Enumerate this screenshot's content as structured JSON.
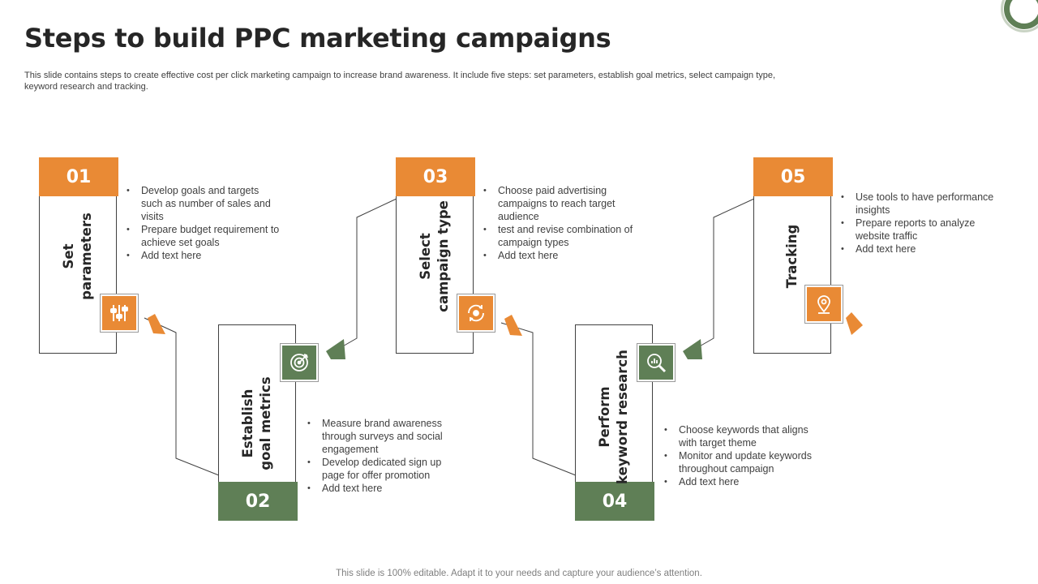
{
  "title": "Steps to build PPC marketing campaigns",
  "subtitle": "This slide contains steps to create effective cost per click marketing campaign to increase brand awareness. It include five steps: set parameters, establish goal metrics, select campaign type, keyword research and tracking.",
  "footer": "This slide is 100% editable. Adapt it to your needs and capture your audience’s attention.",
  "colors": {
    "orange": "#e98a35",
    "green": "#5f7f56",
    "text": "#404040"
  },
  "steps": [
    {
      "number": "01",
      "label_lines": [
        "Set",
        "parameters"
      ],
      "icon": "sliders-icon",
      "bullets": [
        "Develop goals and targets such as number of sales and visits",
        "Prepare budget requirement to achieve set goals",
        "Add text here"
      ]
    },
    {
      "number": "02",
      "label_lines": [
        "Establish",
        "goal metrics"
      ],
      "icon": "target-goal-icon",
      "bullets": [
        "Measure brand awareness through surveys and social engagement",
        "Develop dedicated sign up page for offer promotion",
        "Add text here"
      ]
    },
    {
      "number": "03",
      "label_lines": [
        "Select",
        "campaign type"
      ],
      "icon": "campaign-cycle-icon",
      "bullets": [
        "Choose paid advertising campaigns to reach target audience",
        " test and revise combination of campaign types",
        "Add text here"
      ]
    },
    {
      "number": "04",
      "label_lines": [
        "Perform",
        "keyword research"
      ],
      "icon": "magnifier-chart-icon",
      "bullets": [
        "Choose keywords that aligns with target theme",
        "Monitor and update keywords throughout campaign",
        "Add text here"
      ]
    },
    {
      "number": "05",
      "label_lines": [
        "Tracking"
      ],
      "icon": "location-pin-icon",
      "bullets": [
        "Use tools to have performance insights",
        "Prepare reports to analyze website traffic",
        "Add text here"
      ]
    }
  ]
}
